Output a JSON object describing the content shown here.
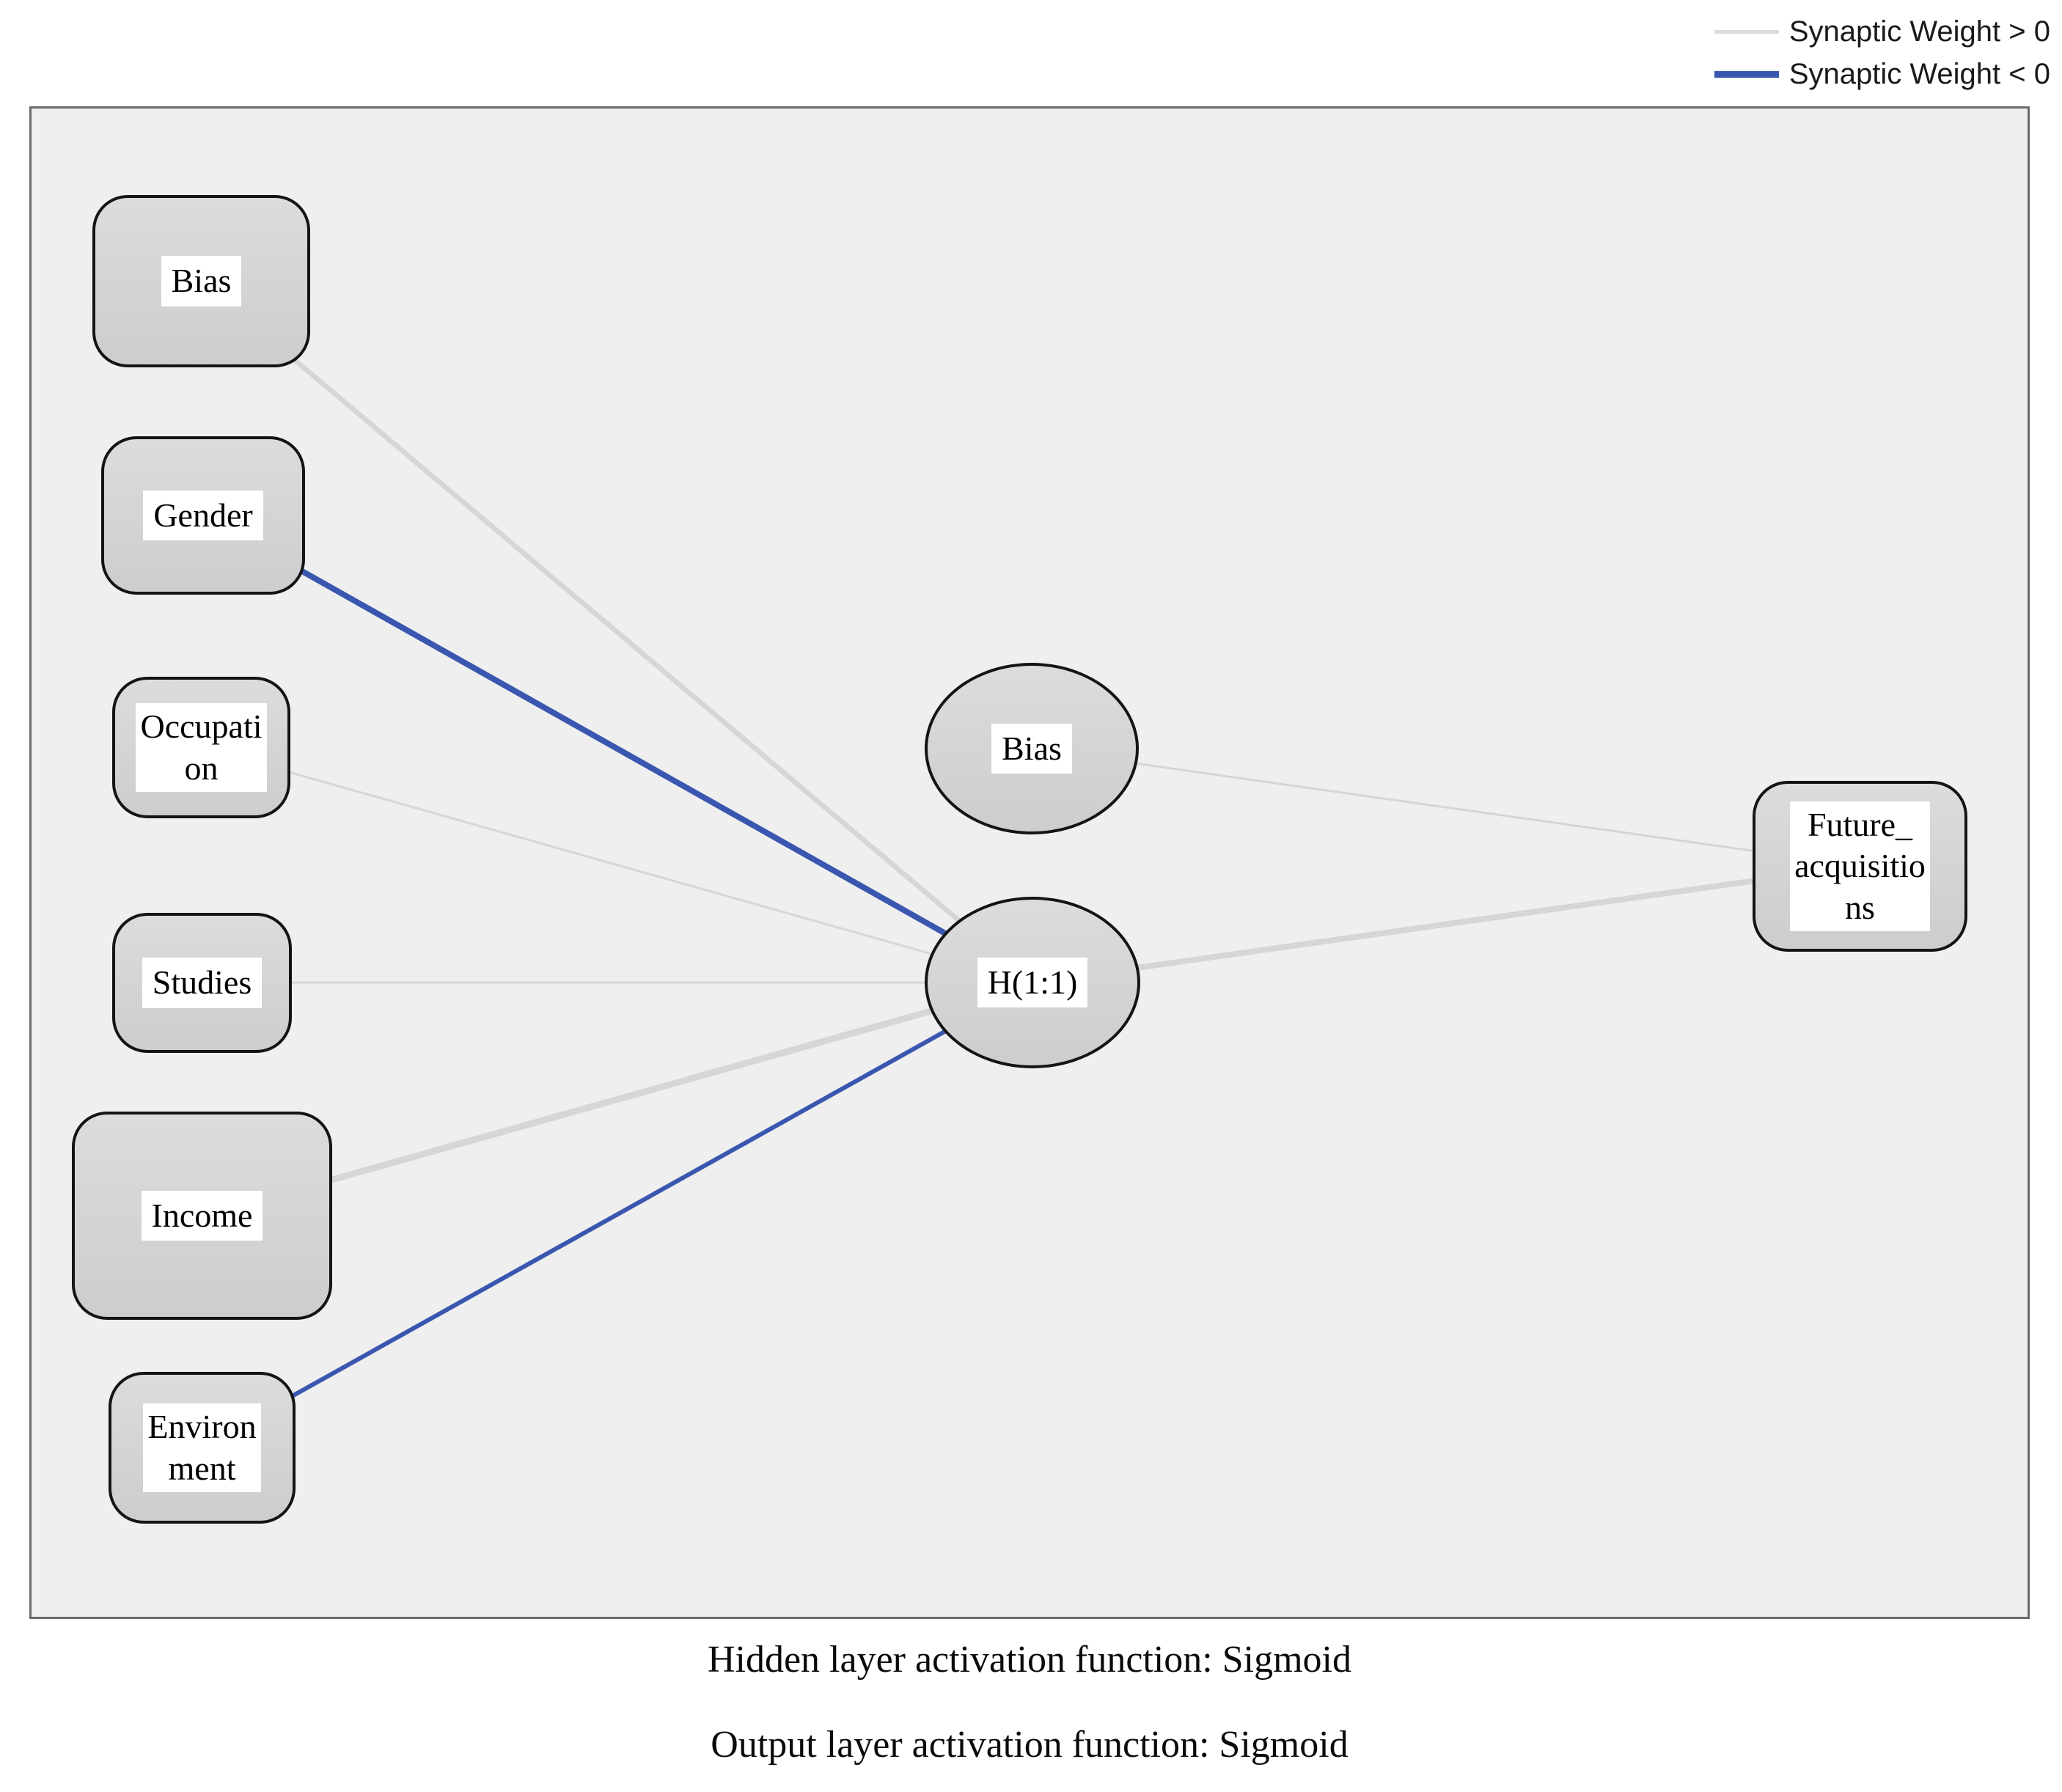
{
  "legend": {
    "items": [
      {
        "label": "Synaptic Weight > 0",
        "sign": "positive",
        "color": "#dcdcdc",
        "thickness": 5
      },
      {
        "label": "Synaptic Weight < 0",
        "sign": "negative",
        "color": "#3a57b0",
        "thickness": 9
      }
    ]
  },
  "diagram": {
    "input_nodes": [
      {
        "id": "bias_input",
        "label": "Bias"
      },
      {
        "id": "gender",
        "label": "Gender"
      },
      {
        "id": "occupation",
        "label": "Occupati\non"
      },
      {
        "id": "studies",
        "label": "Studies"
      },
      {
        "id": "income",
        "label": "Income"
      },
      {
        "id": "environment",
        "label": "Environ\nment"
      }
    ],
    "hidden_nodes": [
      {
        "id": "bias_hidden",
        "label": "Bias"
      },
      {
        "id": "h11",
        "label": "H(1:1)"
      }
    ],
    "output_nodes": [
      {
        "id": "future_acquisitions",
        "label": "Future_\nacquisitio\nns"
      }
    ],
    "edges": [
      {
        "from": "bias_input",
        "to": "h11",
        "sign": "positive",
        "thickness": 7
      },
      {
        "from": "gender",
        "to": "h11",
        "sign": "negative",
        "thickness": 8
      },
      {
        "from": "occupation",
        "to": "h11",
        "sign": "positive",
        "thickness": 3
      },
      {
        "from": "studies",
        "to": "h11",
        "sign": "positive",
        "thickness": 3
      },
      {
        "from": "income",
        "to": "h11",
        "sign": "positive",
        "thickness": 9
      },
      {
        "from": "environment",
        "to": "h11",
        "sign": "negative",
        "thickness": 6
      },
      {
        "from": "bias_hidden",
        "to": "future_acquisitions",
        "sign": "positive",
        "thickness": 3
      },
      {
        "from": "h11",
        "to": "future_acquisitions",
        "sign": "positive",
        "thickness": 8
      }
    ],
    "edge_colors": {
      "positive": "#d6d6d6",
      "negative": "#3a57b0"
    }
  },
  "footer": {
    "line1": "Hidden layer activation function: Sigmoid",
    "line2": "Output layer activation function: Sigmoid"
  }
}
